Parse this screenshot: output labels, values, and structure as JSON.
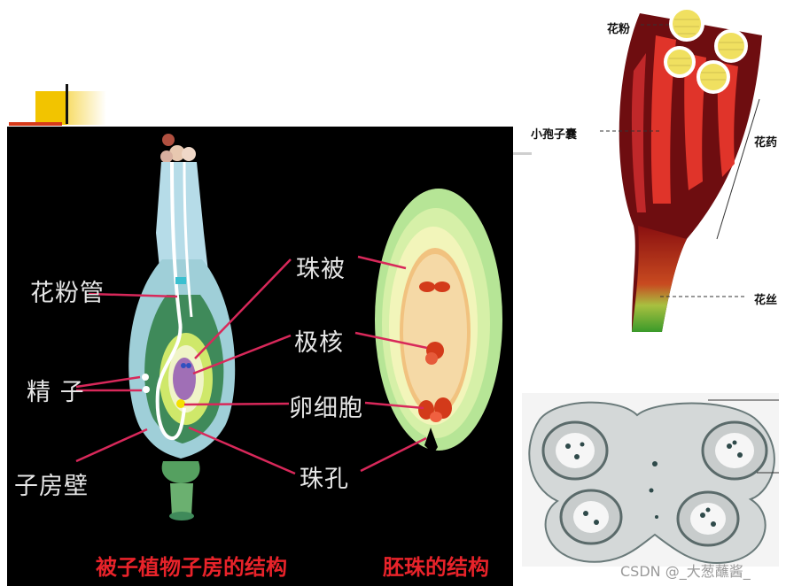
{
  "ovary_diagram": {
    "labels": {
      "pollen_tube": "花粉管",
      "sperm": "精 子",
      "ovary_wall": "子房壁",
      "integument": "珠被",
      "polar_nuclei": "极核",
      "egg_cell": "卵细胞",
      "micropyle": "珠孔"
    },
    "captions": {
      "ovary": "被子植物子房的结构",
      "ovule": "胚珠的结构"
    },
    "colors": {
      "background": "#000000",
      "label_text": "#e6e6e6",
      "caption_text": "#e8232a",
      "leader_lines": "#d8285a"
    }
  },
  "stamen_diagram": {
    "labels": {
      "pollen": "花粉",
      "microsporangium": "小孢子囊",
      "anther": "花药",
      "filament": "花丝"
    },
    "colors": {
      "anther_dark": "#7a0f12",
      "anther_red": "#e0342a",
      "pollen": "#f0e060",
      "filament": "#4a9a2a"
    }
  },
  "anther_cross_section": {
    "image": "anther-cross-section-micrograph"
  },
  "watermark": "CSDN @_大葱蘸酱_"
}
